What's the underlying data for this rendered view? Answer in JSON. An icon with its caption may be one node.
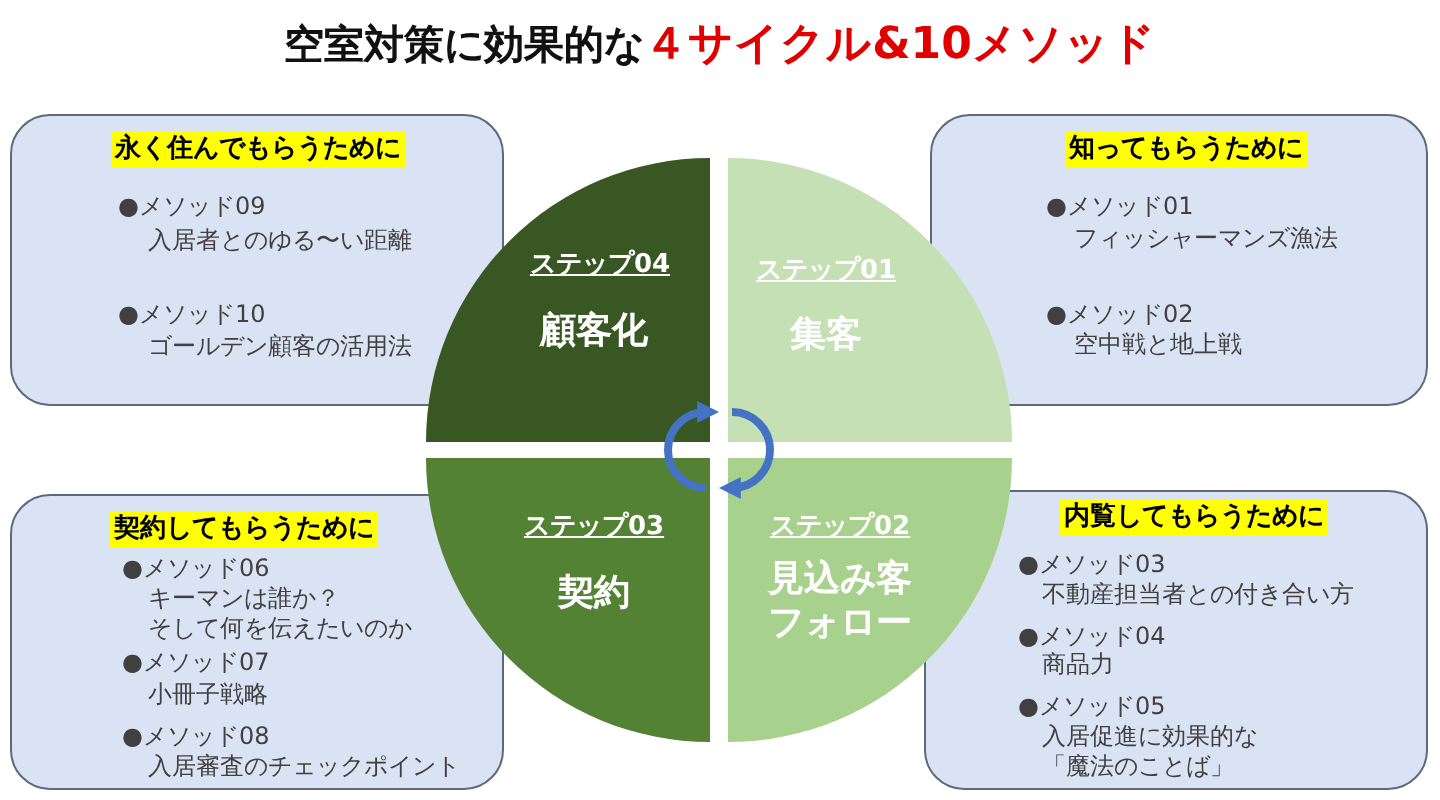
{
  "diagram": {
    "title": "空室対策に効果的な**４サイクル&10メソッド**",
    "nodes": [
      {
        "text": [
          "永く住んでもらうために",
          "●メソッド09",
          "入居者とのゆる〜い距離",
          "●メソッド10",
          "ゴールデン顧客の活用法"
        ]
      },
      {
        "text": [
          "知ってもらうために",
          "●メソッド01",
          "フィッシャーマンズ漁法",
          "●メソッド02",
          "空中戦と地上戦"
        ]
      },
      {
        "text": [
          "ステップ04",
          "顧客化"
        ]
      },
      {
        "text": [
          "ステップ01",
          "集客"
        ]
      },
      {
        "text": [
          "ステップ03",
          "契約"
        ]
      },
      {
        "text": [
          "ステップ02",
          "見込み客フォロー"
        ]
      },
      {
        "text": [
          "契約してもらうために",
          "●メソッド06",
          "キーマンは誰か？そして何を伝えたいのか",
          "●メソッド07",
          "小冊子戦略",
          "●メソッド08",
          "入居審査のチェックポイント"
        ]
      },
      {
        "text": [
          "内覧してもらうために",
          "●メソッド03",
          "不動産担当者との付き合い方",
          "●メソッド04",
          "商品力",
          "●メソッド05",
          "入居促進に効果的な「魔法のことば」"
        ]
      }
    ],
    "edges": [
      {
        "from": 3,
        "to": 5,
        "arrow": "to"
      },
      {
        "from": 4,
        "to": 2,
        "arrow": "to"
      }
    ]
  }
}
